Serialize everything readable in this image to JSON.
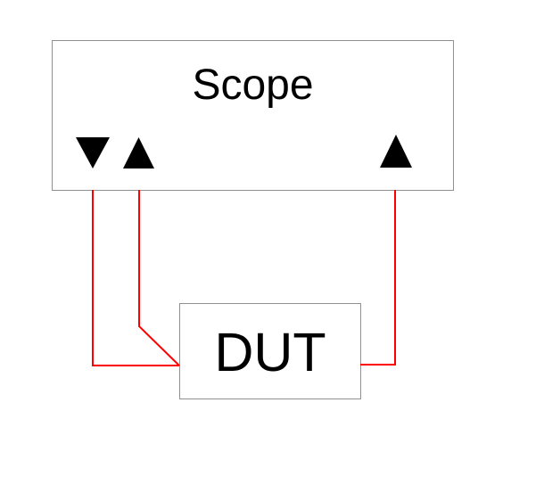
{
  "diagram": {
    "scope": {
      "label": "Scope"
    },
    "dut": {
      "label": "DUT"
    },
    "connectors": [
      {
        "name": "scope-port-down",
        "glyph": "▼",
        "direction": "down"
      },
      {
        "name": "scope-port-up-left",
        "glyph": "▲",
        "direction": "up"
      },
      {
        "name": "scope-port-up-right",
        "glyph": "▲",
        "direction": "up"
      }
    ],
    "wires": [
      {
        "name": "wire-left",
        "from": "scope-port-down",
        "to": "dut-left-edge"
      },
      {
        "name": "wire-middle",
        "from": "scope-port-up-left",
        "to": "dut-left-edge"
      },
      {
        "name": "wire-right",
        "from": "scope-port-up-right",
        "to": "dut-right-edge"
      }
    ],
    "colors": {
      "wire": "#ff0000",
      "connector": "#000000",
      "box_border": "#909090",
      "background": "#ffffff"
    }
  }
}
